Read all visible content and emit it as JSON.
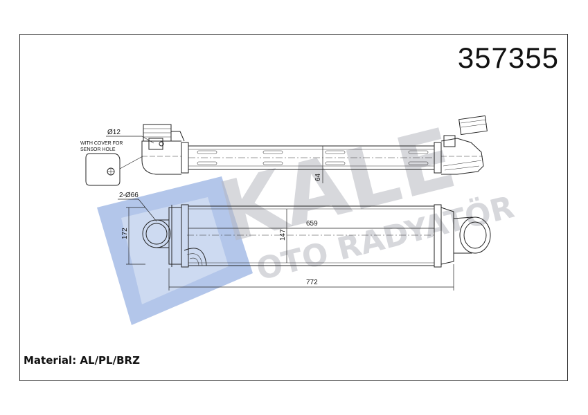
{
  "part_number": "357355",
  "material": "Material: AL/PL/BRZ",
  "watermark": {
    "brand": "KALE",
    "subtitle": "OTO RADYATÖR",
    "color": "#b3c6ea"
  },
  "annotations": {
    "hole_dia": "Ø12",
    "cover_note_1": "WITH COVER FOR",
    "cover_note_2": "SENSOR HOLE",
    "pipe_dia": "2-Ø66"
  },
  "dimensions": {
    "core_length": "659",
    "total_length": "772",
    "height": "172",
    "core_height": "147",
    "depth": "64"
  }
}
